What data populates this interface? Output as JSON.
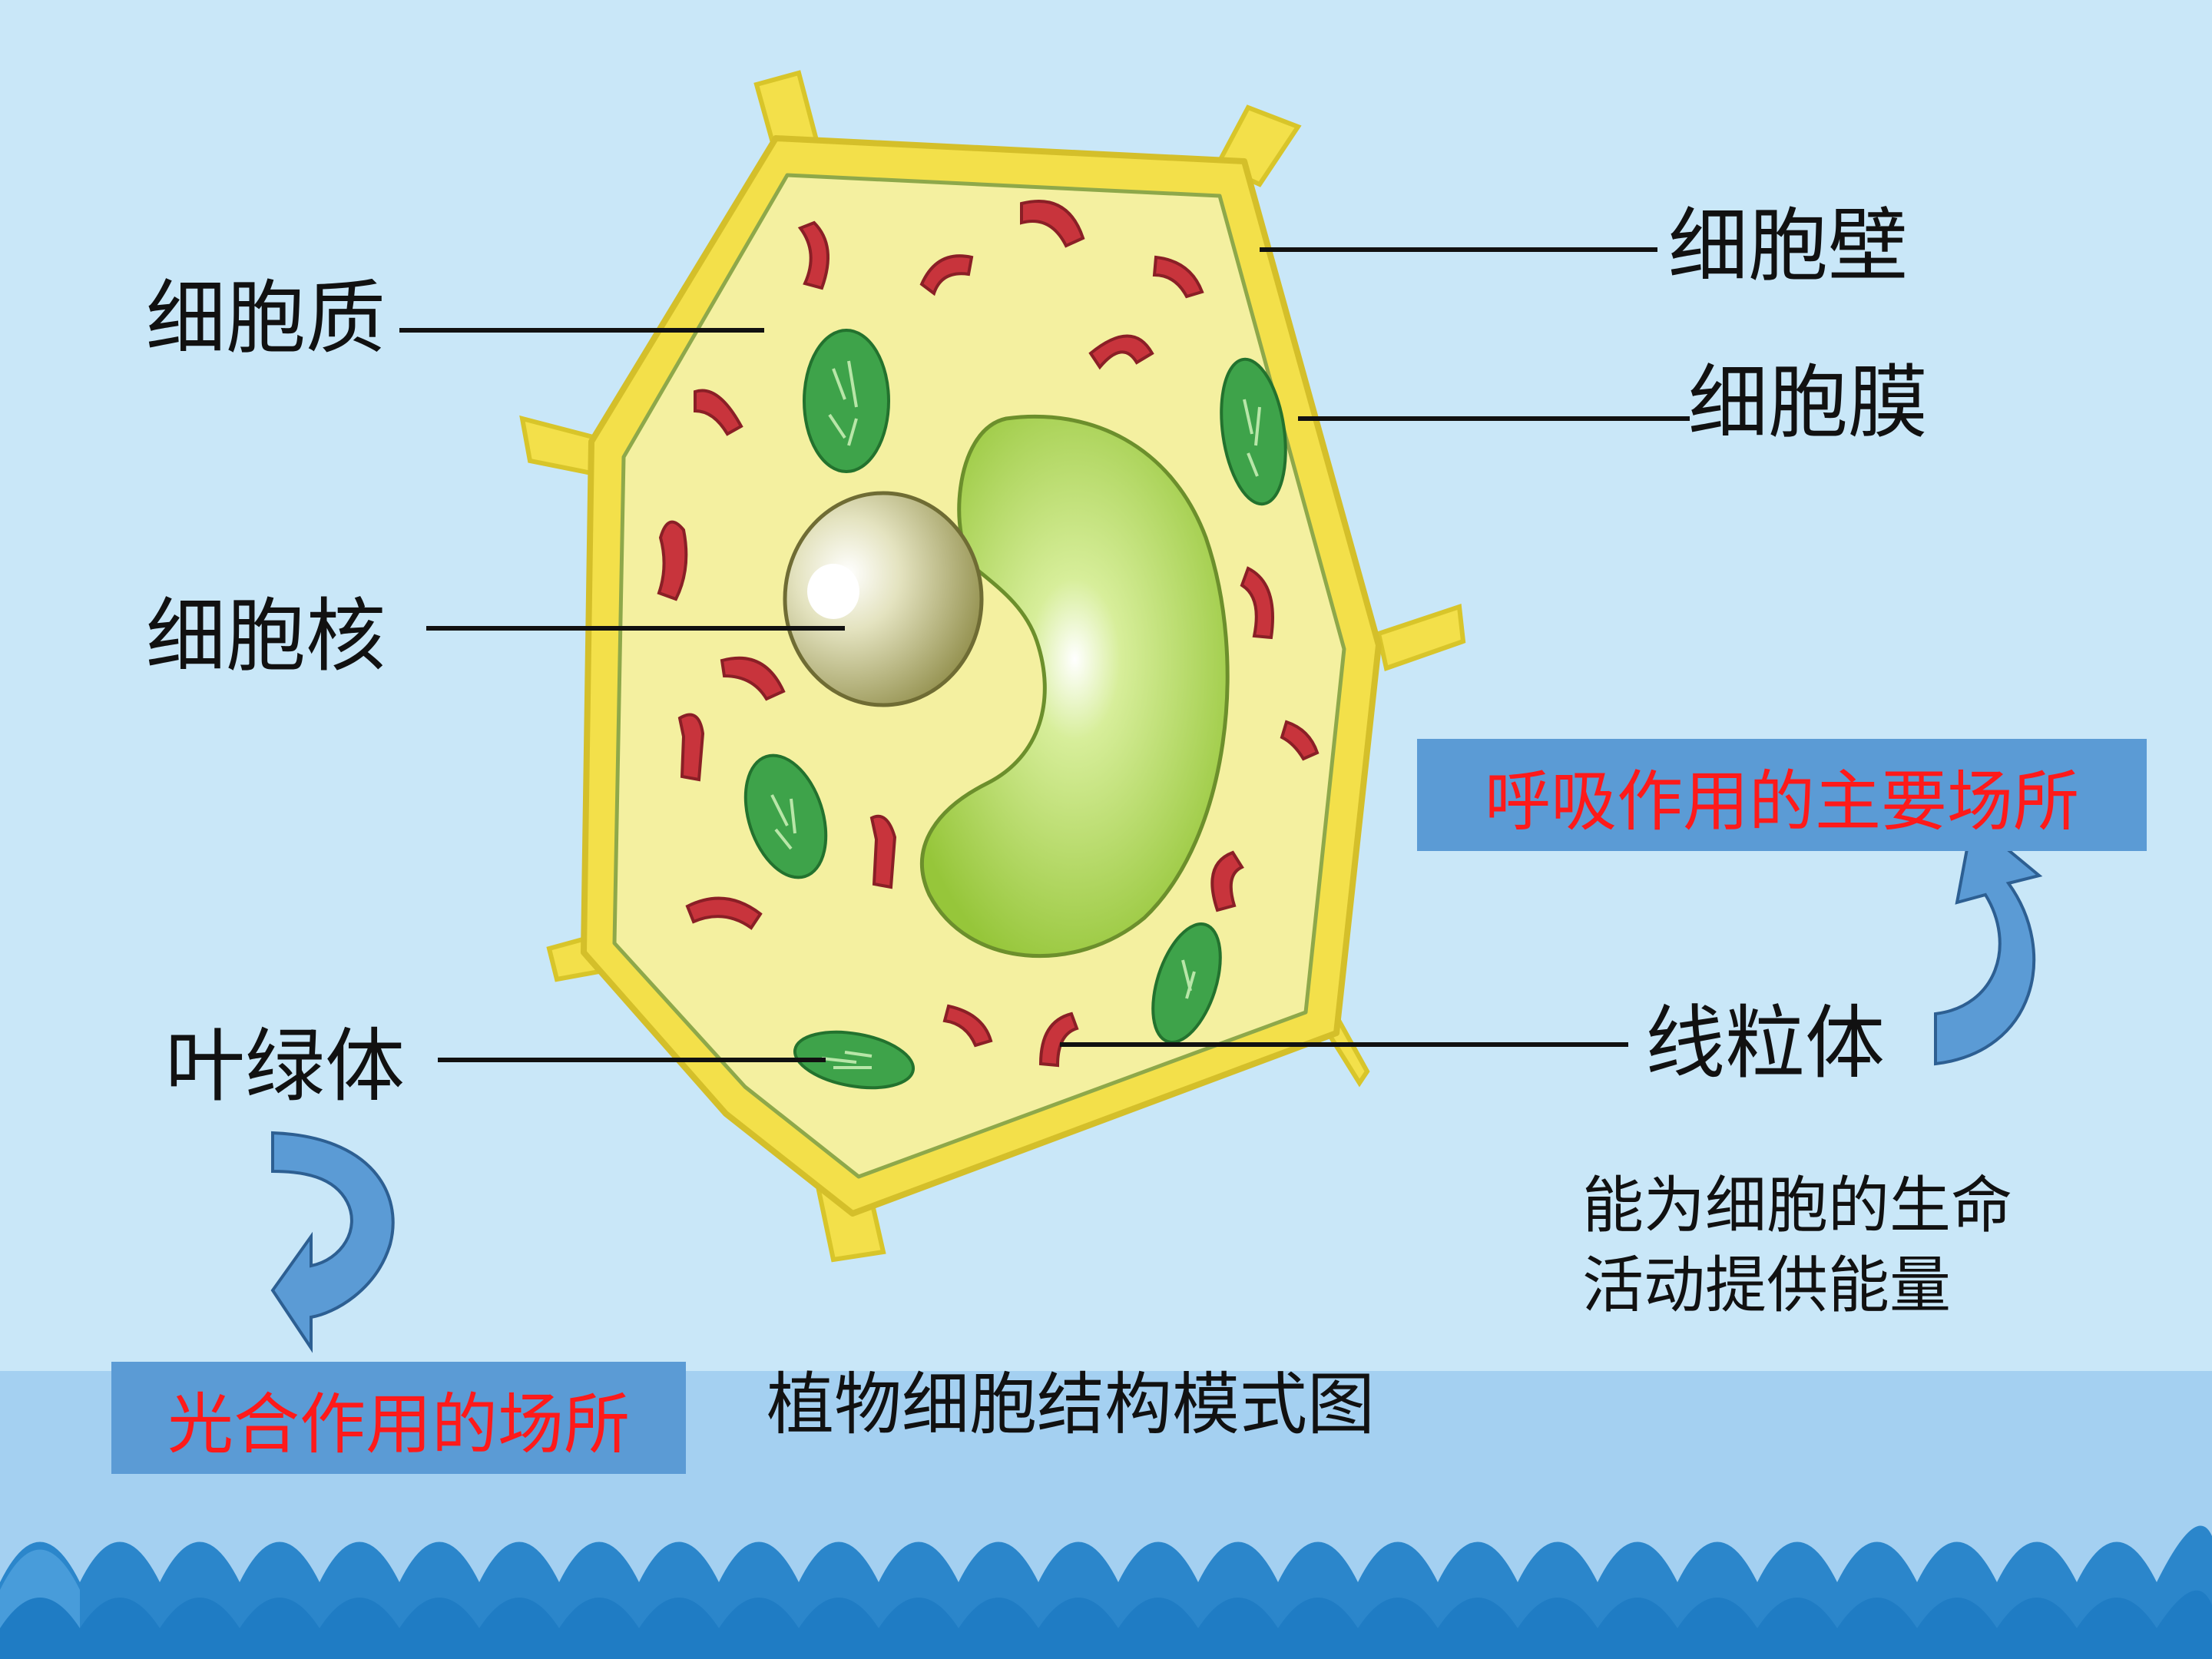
{
  "labels": {
    "cytoplasm": "细胞质",
    "cell_wall": "细胞壁",
    "cell_membrane": "细胞膜",
    "nucleus": "细胞核",
    "chloroplast": "叶绿体",
    "mitochondria": "线粒体"
  },
  "boxes": {
    "respiration_site": "呼吸作用的主要场所",
    "photosynthesis_site": "光合作用的场所"
  },
  "energy_note": {
    "line1": "能为细胞的生命",
    "line2": "活动提供能量"
  },
  "caption": "植物细胞结构模式图",
  "colors": {
    "background": "#c9e7f8",
    "cell_wall": "#f3e04a",
    "cytoplasm": "#f4f0a0",
    "vacuole": "#9ccc3c",
    "nucleus": "#a2a05c",
    "mitochondria": "#c8343c",
    "chloroplast": "#3ea34a",
    "box_fill": "#5b9bd5",
    "box_text": "#ff1a1a",
    "wave": "#2b86cb"
  }
}
